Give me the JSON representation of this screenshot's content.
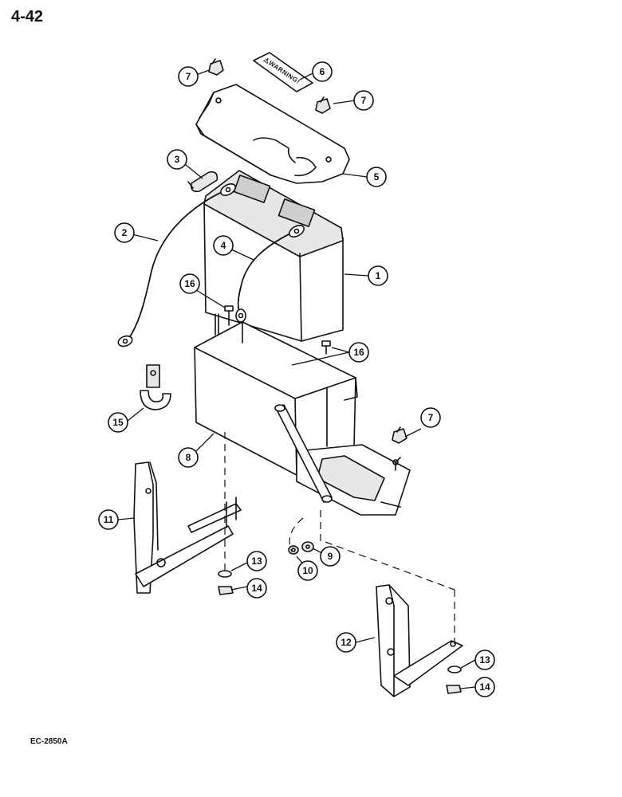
{
  "page": {
    "number": "4-42",
    "doc_code": "EC-2850A"
  },
  "warning_label": {
    "text": "⚠WARNING!"
  },
  "callouts": [
    {
      "id": "c7a",
      "label": "7"
    },
    {
      "id": "c6",
      "label": "6"
    },
    {
      "id": "c7b",
      "label": "7"
    },
    {
      "id": "c3",
      "label": "3"
    },
    {
      "id": "c5",
      "label": "5"
    },
    {
      "id": "c2",
      "label": "2"
    },
    {
      "id": "c4",
      "label": "4"
    },
    {
      "id": "c1",
      "label": "1"
    },
    {
      "id": "c16a",
      "label": "16"
    },
    {
      "id": "c16b",
      "label": "16"
    },
    {
      "id": "c15",
      "label": "15"
    },
    {
      "id": "c7c",
      "label": "7"
    },
    {
      "id": "c8",
      "label": "8"
    },
    {
      "id": "c11",
      "label": "11"
    },
    {
      "id": "c9",
      "label": "9"
    },
    {
      "id": "c13a",
      "label": "13"
    },
    {
      "id": "c10",
      "label": "10"
    },
    {
      "id": "c14a",
      "label": "14"
    },
    {
      "id": "c12",
      "label": "12"
    },
    {
      "id": "c13b",
      "label": "13"
    },
    {
      "id": "c14b",
      "label": "14"
    }
  ]
}
